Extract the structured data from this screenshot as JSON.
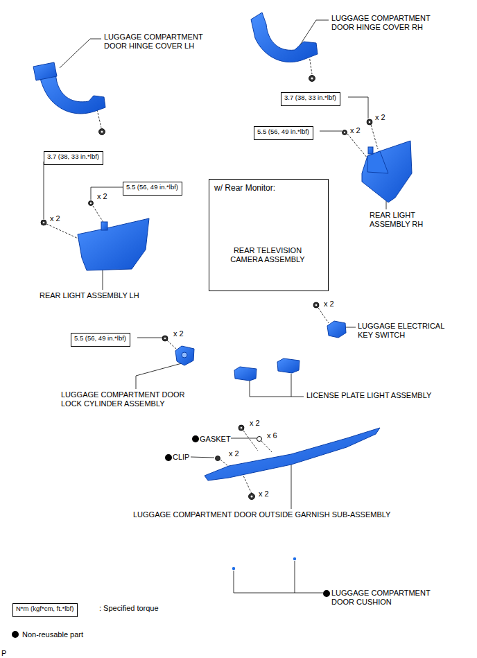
{
  "diagram": {
    "nodes": [
      {
        "text": [
          "3.7 (38, 33 in.*lbf)"
        ]
      },
      {
        "text": [
          "5.5 (56, 49 in.*lbf)"
        ]
      },
      {
        "text": [
          "3.7 (38, 33 in.*lbf)"
        ]
      },
      {
        "text": [
          "5.5 (56, 49 in.*lbf)"
        ]
      },
      {
        "text": [
          "w/ Rear Monitor:",
          "REAR TELEVISION CAMERA ASSEMBLY"
        ]
      },
      {
        "text": [
          "5.5 (56, 49 in.*lbf)"
        ]
      },
      {
        "text": [
          "N*m (kgf*cm, ft.*lbf)"
        ]
      }
    ],
    "labels": [
      "LUGGAGE COMPARTMENT DOOR HINGE COVER LH",
      "LUGGAGE COMPARTMENT DOOR HINGE COVER RH",
      "x 2",
      "x 2",
      "x 2",
      "x 2",
      "REAR LIGHT ASSEMBLY RH",
      "REAR LIGHT ASSEMBLY LH",
      "x 2",
      "LUGGAGE ELECTRICAL KEY SWITCH",
      "x 2",
      "LUGGAGE COMPARTMENT DOOR LOCK CYLINDER ASSEMBLY",
      "LICENSE PLATE LIGHT ASSEMBLY",
      "x 2",
      "GASKET",
      "x 6",
      "CLIP",
      "x 2",
      "x 2",
      "LUGGAGE COMPARTMENT DOOR OUTSIDE GARNISH SUB-ASSEMBLY",
      "LUGGAGE COMPARTMENT DOOR CUSHION",
      "P"
    ],
    "legend": [
      {
        "text": ": Specified torque"
      },
      {
        "text": "Non-reusable part"
      }
    ]
  }
}
